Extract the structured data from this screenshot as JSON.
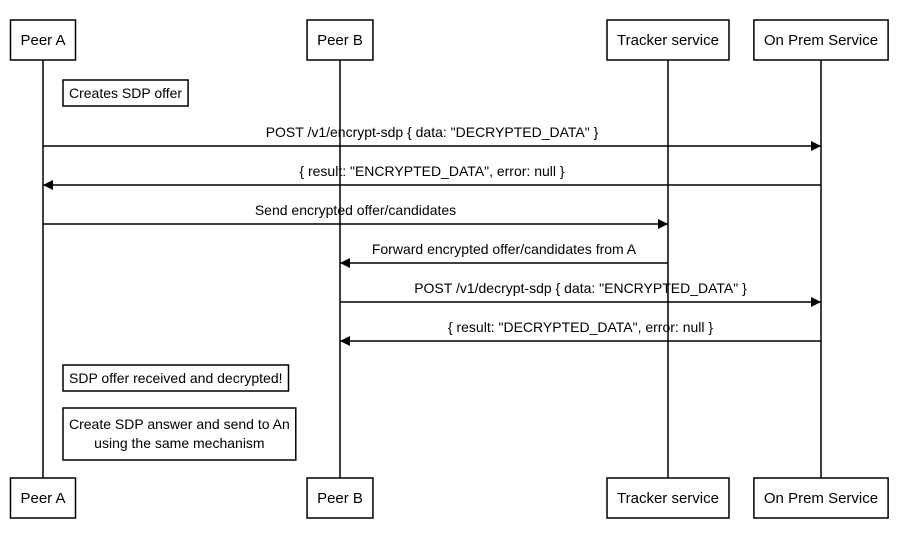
{
  "diagram": {
    "colors": {
      "line": "#000000",
      "box_fill": "#ffffff",
      "text": "#000000"
    },
    "participants": [
      {
        "id": "peer-a",
        "label": "Peer A"
      },
      {
        "id": "peer-b",
        "label": "Peer B"
      },
      {
        "id": "tracker",
        "label": "Tracker service"
      },
      {
        "id": "onprem",
        "label": "On Prem Service"
      }
    ],
    "steps": [
      {
        "kind": "note",
        "over": "peer-a",
        "lines": [
          "Creates SDP offer"
        ]
      },
      {
        "kind": "message",
        "from": "peer-a",
        "to": "onprem",
        "label": "POST /v1/encrypt-sdp { data: \"DECRYPTED_DATA\" }"
      },
      {
        "kind": "message",
        "from": "onprem",
        "to": "peer-a",
        "label": "{ result: \"ENCRYPTED_DATA\", error: null }"
      },
      {
        "kind": "message",
        "from": "peer-a",
        "to": "tracker",
        "label": "Send encrypted offer/candidates"
      },
      {
        "kind": "message",
        "from": "tracker",
        "to": "peer-b",
        "label": "Forward encrypted offer/candidates from A"
      },
      {
        "kind": "message",
        "from": "peer-b",
        "to": "onprem",
        "label": "POST /v1/decrypt-sdp { data: \"ENCRYPTED_DATA\" }"
      },
      {
        "kind": "message",
        "from": "onprem",
        "to": "peer-b",
        "label": "{ result: \"DECRYPTED_DATA\", error: null }"
      },
      {
        "kind": "note",
        "over": "peer-a",
        "lines": [
          "SDP offer received and decrypted!"
        ]
      },
      {
        "kind": "note",
        "over": "peer-a",
        "lines": [
          "Create SDP answer and send to An",
          "using the same mechanism"
        ]
      }
    ]
  }
}
